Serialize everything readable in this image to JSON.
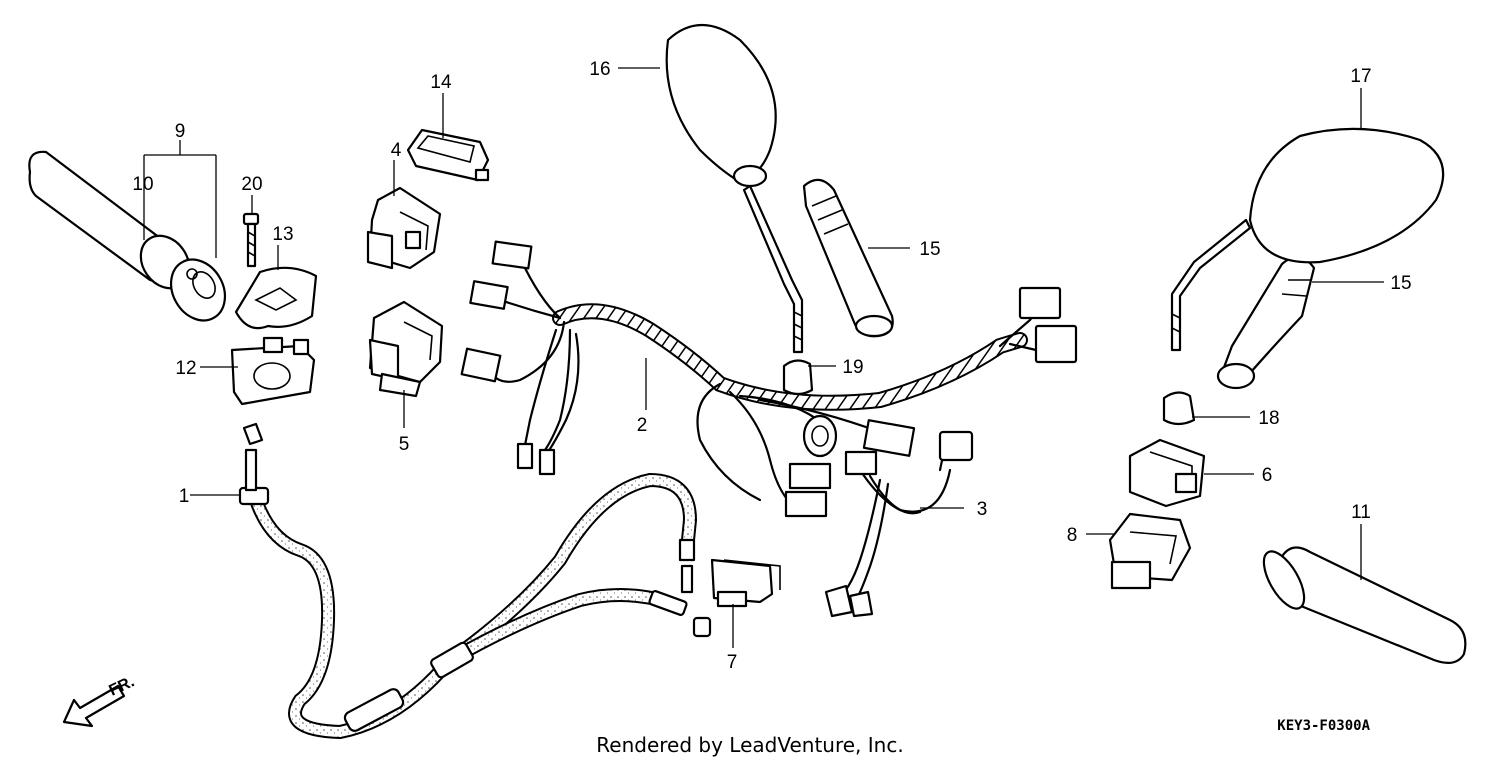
{
  "diagram": {
    "callouts": [
      "1",
      "2",
      "3",
      "4",
      "5",
      "6",
      "7",
      "8",
      "9",
      "10",
      "11",
      "12",
      "13",
      "14",
      "15",
      "15",
      "16",
      "17",
      "18",
      "19",
      "20"
    ],
    "direction_label": "FR.",
    "figure_code": "KEY3-F0300A",
    "credit": "Rendered by LeadVenture, Inc."
  },
  "colors": {
    "line": "#000000",
    "background": "#ffffff"
  }
}
